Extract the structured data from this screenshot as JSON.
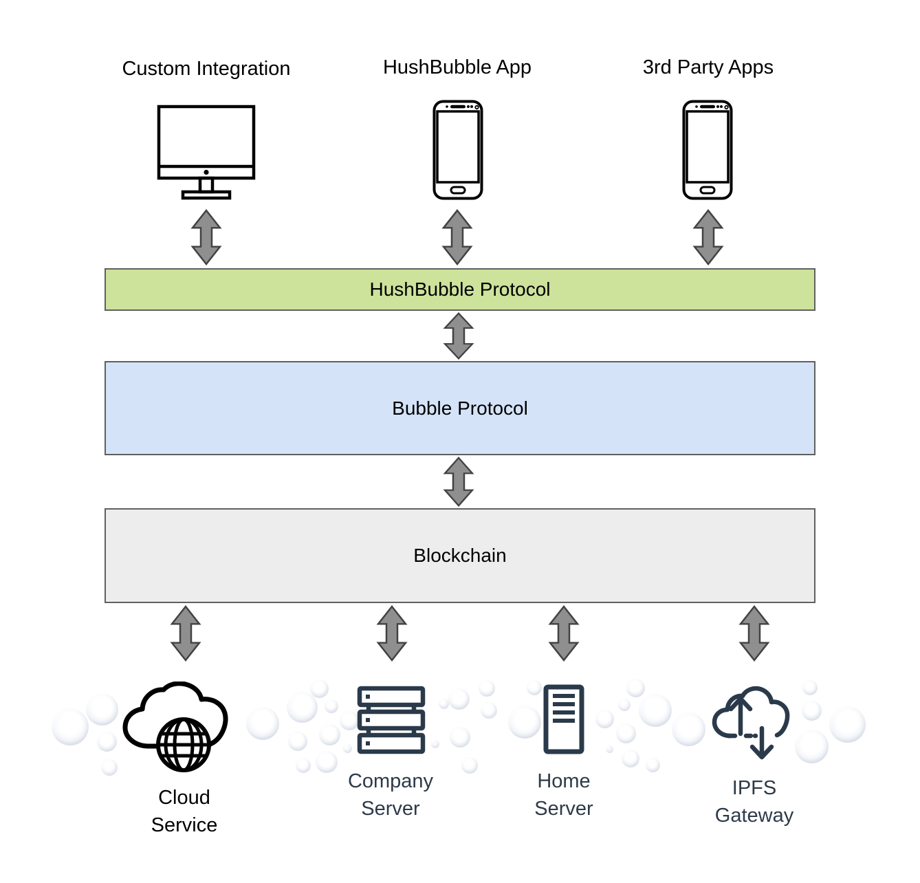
{
  "clients": [
    {
      "label": "Custom Integration",
      "icon": "desktop-monitor-icon"
    },
    {
      "label": "HushBubble App",
      "icon": "smartphone-icon"
    },
    {
      "label": "3rd Party Apps",
      "icon": "smartphone-icon"
    }
  ],
  "layers": [
    {
      "label": "HushBubble Protocol",
      "fill": "#cde29b"
    },
    {
      "label": "Bubble Protocol",
      "fill": "#d5e3f8"
    },
    {
      "label": "Blockchain",
      "fill": "#ededed"
    }
  ],
  "storage": [
    {
      "label": "Cloud Service",
      "icon": "cloud-globe-icon"
    },
    {
      "label": "Company Server",
      "icon": "server-rack-icon"
    },
    {
      "label": "Home Server",
      "icon": "tower-server-icon"
    },
    {
      "label": "IPFS Gateway",
      "icon": "cloud-transfer-icon"
    }
  ],
  "colors": {
    "layer-green": "#cde29b",
    "layer-blue": "#d5e3f8",
    "layer-gray": "#ededed",
    "layer-border": "#5f5f5f",
    "arrow-fill": "#8f8f8f",
    "arrow-stroke": "#424242",
    "icon-navy": "#2b3a4a",
    "label-navy": "#2e3a49"
  }
}
